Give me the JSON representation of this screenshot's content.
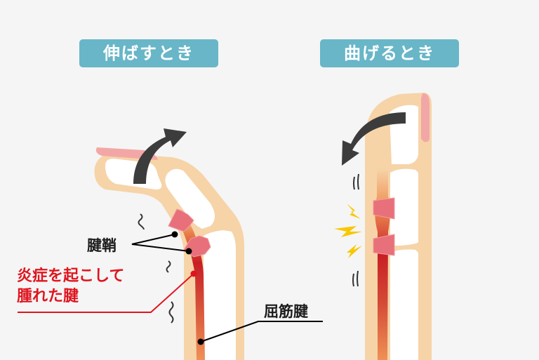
{
  "panels": {
    "extend": {
      "title": "伸ばすとき"
    },
    "bend": {
      "title": "曲げるとき"
    }
  },
  "labels": {
    "tendon_sheath": "腱鞘",
    "inflamed_tendon_line1": "炎症を起こして",
    "inflamed_tendon_line2": "腫れた腱",
    "flexor_tendon": "屈筋腱"
  },
  "colors": {
    "background": "#f5f5f5",
    "tag": "#68b6c8",
    "skin": "#f6d4a8",
    "bone": "#ffffff",
    "nail": "#f2a7a6",
    "sheath": "#e8707a",
    "tendon_inflamed": "#c81e24",
    "tendon": "#ef9156",
    "arrow": "#3c3c3c",
    "highlight_text": "#e0141e",
    "spark": "#f7c800"
  }
}
